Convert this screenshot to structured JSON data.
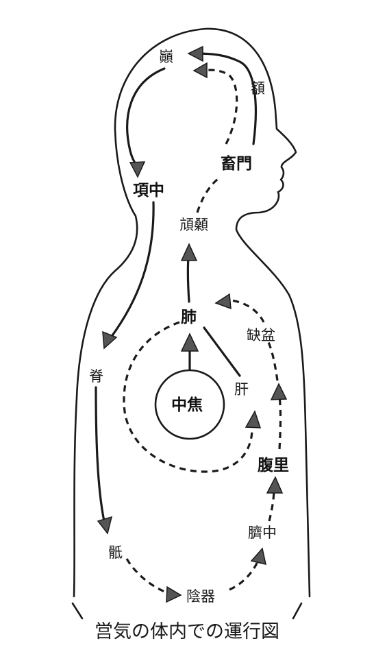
{
  "diagram": {
    "caption": "営気の体内での運行図",
    "labels": {
      "dian": "巓",
      "e": "額",
      "xumen": "畜門",
      "xiangzhong": "項中",
      "hangsang": "頏顙",
      "fei": "肺",
      "quepen": "缺盆",
      "ji": "脊",
      "gan": "肝",
      "zhongjiao": "中焦",
      "fuli": "腹里",
      "qizhong": "臍中",
      "di": "骶",
      "yinqi": "陰器"
    },
    "line_color": "#1a1a1a",
    "arrow_color": "#555555"
  }
}
